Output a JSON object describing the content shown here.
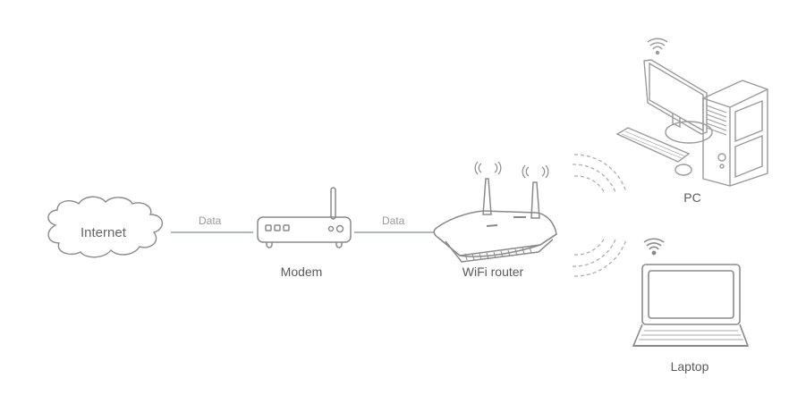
{
  "diagram": {
    "nodes": [
      {
        "id": "internet",
        "label": "Internet",
        "icon": "cloud-icon"
      },
      {
        "id": "modem",
        "label": "Modem",
        "icon": "modem-icon"
      },
      {
        "id": "router",
        "label": "WiFi router",
        "icon": "wifi-router-icon"
      },
      {
        "id": "pc",
        "label": "PC",
        "icon": "desktop-pc-icon"
      },
      {
        "id": "laptop",
        "label": "Laptop",
        "icon": "laptop-icon"
      }
    ],
    "edges": [
      {
        "from": "internet",
        "to": "modem",
        "label": "Data",
        "style": "solid"
      },
      {
        "from": "modem",
        "to": "router",
        "label": "Data",
        "style": "solid"
      },
      {
        "from": "router",
        "to": "pc",
        "label": "",
        "style": "wireless"
      },
      {
        "from": "router",
        "to": "laptop",
        "label": "",
        "style": "wireless"
      }
    ],
    "colors": {
      "stroke": "#9a9a9a",
      "line": "#8fa39c",
      "text": "#5a5a5a",
      "edge_text": "#999999"
    }
  }
}
